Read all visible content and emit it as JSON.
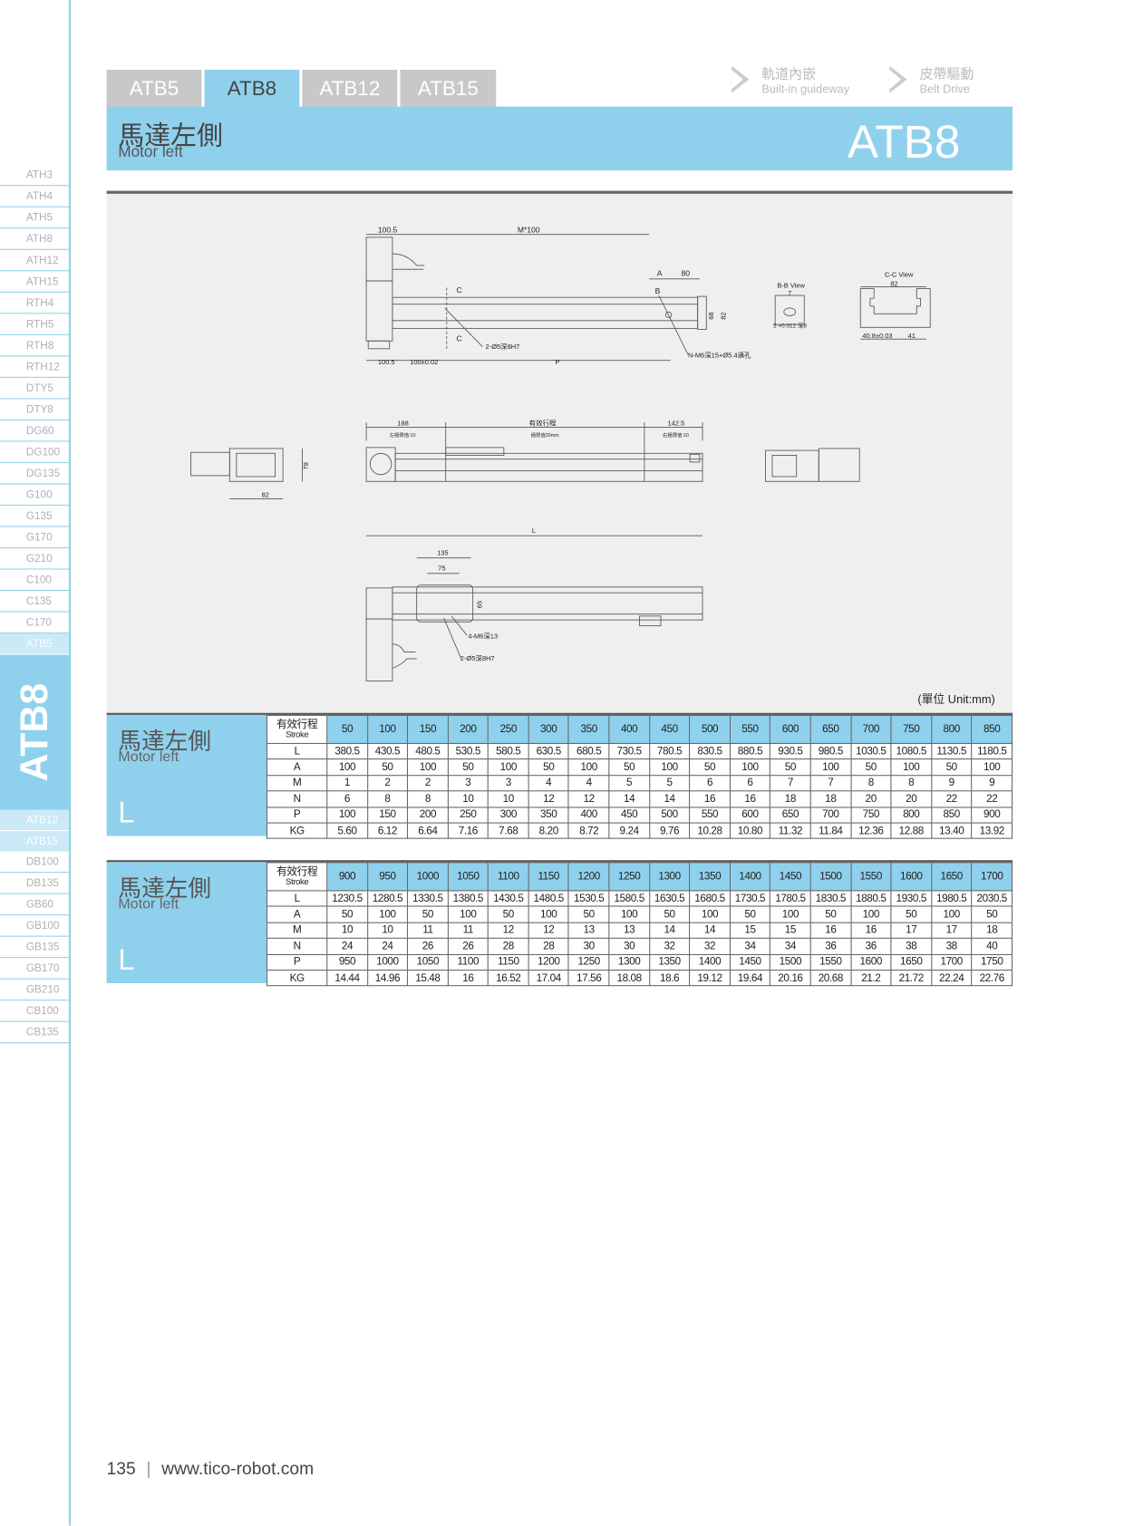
{
  "sidebar": {
    "items_top": [
      "ATH3",
      "ATH4",
      "ATH5",
      "ATH8",
      "ATH12",
      "ATH15",
      "RTH4",
      "RTH5",
      "RTH8",
      "RTH12",
      "DTY5",
      "DTY8",
      "DG60",
      "DG100",
      "DG135",
      "G100",
      "G135",
      "G170",
      "G210",
      "C100",
      "C135",
      "C170"
    ],
    "prev": "ATB5",
    "current": "ATB8",
    "next": [
      "ATB12",
      "ATB15"
    ],
    "items_bottom": [
      "DB100",
      "DB135",
      "GB60",
      "GB100",
      "GB135",
      "GB170",
      "GB210",
      "CB100",
      "CB135"
    ]
  },
  "tabs": [
    {
      "label": "ATB5"
    },
    {
      "label": "ATB8",
      "active": true
    },
    {
      "label": "ATB12"
    },
    {
      "label": "ATB15"
    }
  ],
  "nav": [
    {
      "zh": "軌道內嵌",
      "en": "Built-in guideway"
    },
    {
      "zh": "皮帶驅動",
      "en": "Belt Drive"
    }
  ],
  "banner": {
    "title_zh": "馬達左側",
    "title_en": "Motor left",
    "model": "ATB8"
  },
  "drawing": {
    "top": {
      "d1": "100.5",
      "m100": "M*100",
      "a": "A",
      "d80": "80",
      "b": "B",
      "c1": "C",
      "c2": "C",
      "d68": "68",
      "d82": "82",
      "pin": "2-Ø5深8H7",
      "holes": "N-M6深15+Ø5.4通孔",
      "b1": "100.5",
      "b2": "100±0.02",
      "p": "P"
    },
    "bb": {
      "title": "B-B View",
      "d7": "7",
      "tol": "5 +0.012 深8"
    },
    "cc": {
      "title": "C-C View",
      "d82": "82",
      "d408": "40.8±0.03",
      "d41": "41"
    },
    "end": {
      "d78": "78",
      "d82": "82"
    },
    "side": {
      "d188": "188",
      "left_limit": "左極限值:10",
      "stroke": "有效行程",
      "limit": "極限值20mm",
      "d1425": "142.5",
      "right_limit": "右極限值:10",
      "l": "L"
    },
    "bottom": {
      "d135": "135",
      "d75": "75",
      "d65": "65",
      "taps": "4-M6深13",
      "pins": "2-Ø5深8H7"
    },
    "unit": "(單位 Unit:mm)"
  },
  "tables": [
    {
      "title_zh": "馬達左側",
      "title_en": "Motor left",
      "letter": "L",
      "hdr_zh": "有效行程",
      "hdr_en": "Stroke",
      "stroke": [
        "50",
        "100",
        "150",
        "200",
        "250",
        "300",
        "350",
        "400",
        "450",
        "500",
        "550",
        "600",
        "650",
        "700",
        "750",
        "800",
        "850"
      ],
      "rows": [
        {
          "k": "L",
          "v": [
            "380.5",
            "430.5",
            "480.5",
            "530.5",
            "580.5",
            "630.5",
            "680.5",
            "730.5",
            "780.5",
            "830.5",
            "880.5",
            "930.5",
            "980.5",
            "1030.5",
            "1080.5",
            "1130.5",
            "1180.5"
          ]
        },
        {
          "k": "A",
          "v": [
            "100",
            "50",
            "100",
            "50",
            "100",
            "50",
            "100",
            "50",
            "100",
            "50",
            "100",
            "50",
            "100",
            "50",
            "100",
            "50",
            "100"
          ]
        },
        {
          "k": "M",
          "v": [
            "1",
            "2",
            "2",
            "3",
            "3",
            "4",
            "4",
            "5",
            "5",
            "6",
            "6",
            "7",
            "7",
            "8",
            "8",
            "9",
            "9"
          ]
        },
        {
          "k": "N",
          "v": [
            "6",
            "8",
            "8",
            "10",
            "10",
            "12",
            "12",
            "14",
            "14",
            "16",
            "16",
            "18",
            "18",
            "20",
            "20",
            "22",
            "22"
          ]
        },
        {
          "k": "P",
          "v": [
            "100",
            "150",
            "200",
            "250",
            "300",
            "350",
            "400",
            "450",
            "500",
            "550",
            "600",
            "650",
            "700",
            "750",
            "800",
            "850",
            "900"
          ]
        },
        {
          "k": "KG",
          "v": [
            "5.60",
            "6.12",
            "6.64",
            "7.16",
            "7.68",
            "8.20",
            "8.72",
            "9.24",
            "9.76",
            "10.28",
            "10.80",
            "11.32",
            "11.84",
            "12.36",
            "12.88",
            "13.40",
            "13.92"
          ]
        }
      ]
    },
    {
      "title_zh": "馬達左側",
      "title_en": "Motor left",
      "letter": "L",
      "hdr_zh": "有效行程",
      "hdr_en": "Stroke",
      "stroke": [
        "900",
        "950",
        "1000",
        "1050",
        "1100",
        "1150",
        "1200",
        "1250",
        "1300",
        "1350",
        "1400",
        "1450",
        "1500",
        "1550",
        "1600",
        "1650",
        "1700"
      ],
      "rows": [
        {
          "k": "L",
          "v": [
            "1230.5",
            "1280.5",
            "1330.5",
            "1380.5",
            "1430.5",
            "1480.5",
            "1530.5",
            "1580.5",
            "1630.5",
            "1680.5",
            "1730.5",
            "1780.5",
            "1830.5",
            "1880.5",
            "1930.5",
            "1980.5",
            "2030.5"
          ]
        },
        {
          "k": "A",
          "v": [
            "50",
            "100",
            "50",
            "100",
            "50",
            "100",
            "50",
            "100",
            "50",
            "100",
            "50",
            "100",
            "50",
            "100",
            "50",
            "100",
            "50"
          ]
        },
        {
          "k": "M",
          "v": [
            "10",
            "10",
            "11",
            "11",
            "12",
            "12",
            "13",
            "13",
            "14",
            "14",
            "15",
            "15",
            "16",
            "16",
            "17",
            "17",
            "18"
          ]
        },
        {
          "k": "N",
          "v": [
            "24",
            "24",
            "26",
            "26",
            "28",
            "28",
            "30",
            "30",
            "32",
            "32",
            "34",
            "34",
            "36",
            "36",
            "38",
            "38",
            "40"
          ]
        },
        {
          "k": "P",
          "v": [
            "950",
            "1000",
            "1050",
            "1100",
            "1150",
            "1200",
            "1250",
            "1300",
            "1350",
            "1400",
            "1450",
            "1500",
            "1550",
            "1600",
            "1650",
            "1700",
            "1750"
          ]
        },
        {
          "k": "KG",
          "v": [
            "14.44",
            "14.96",
            "15.48",
            "16",
            "16.52",
            "17.04",
            "17.56",
            "18.08",
            "18.6",
            "19.12",
            "19.64",
            "20.16",
            "20.68",
            "21.2",
            "21.72",
            "22.24",
            "22.76"
          ]
        }
      ]
    }
  ],
  "footer": {
    "page": "135",
    "sep": "|",
    "url": "www.tico-robot.com"
  },
  "colors": {
    "accent": "#8fd1ed",
    "tab_grey": "#c8c8c8",
    "drawing_bg": "#efefef"
  }
}
